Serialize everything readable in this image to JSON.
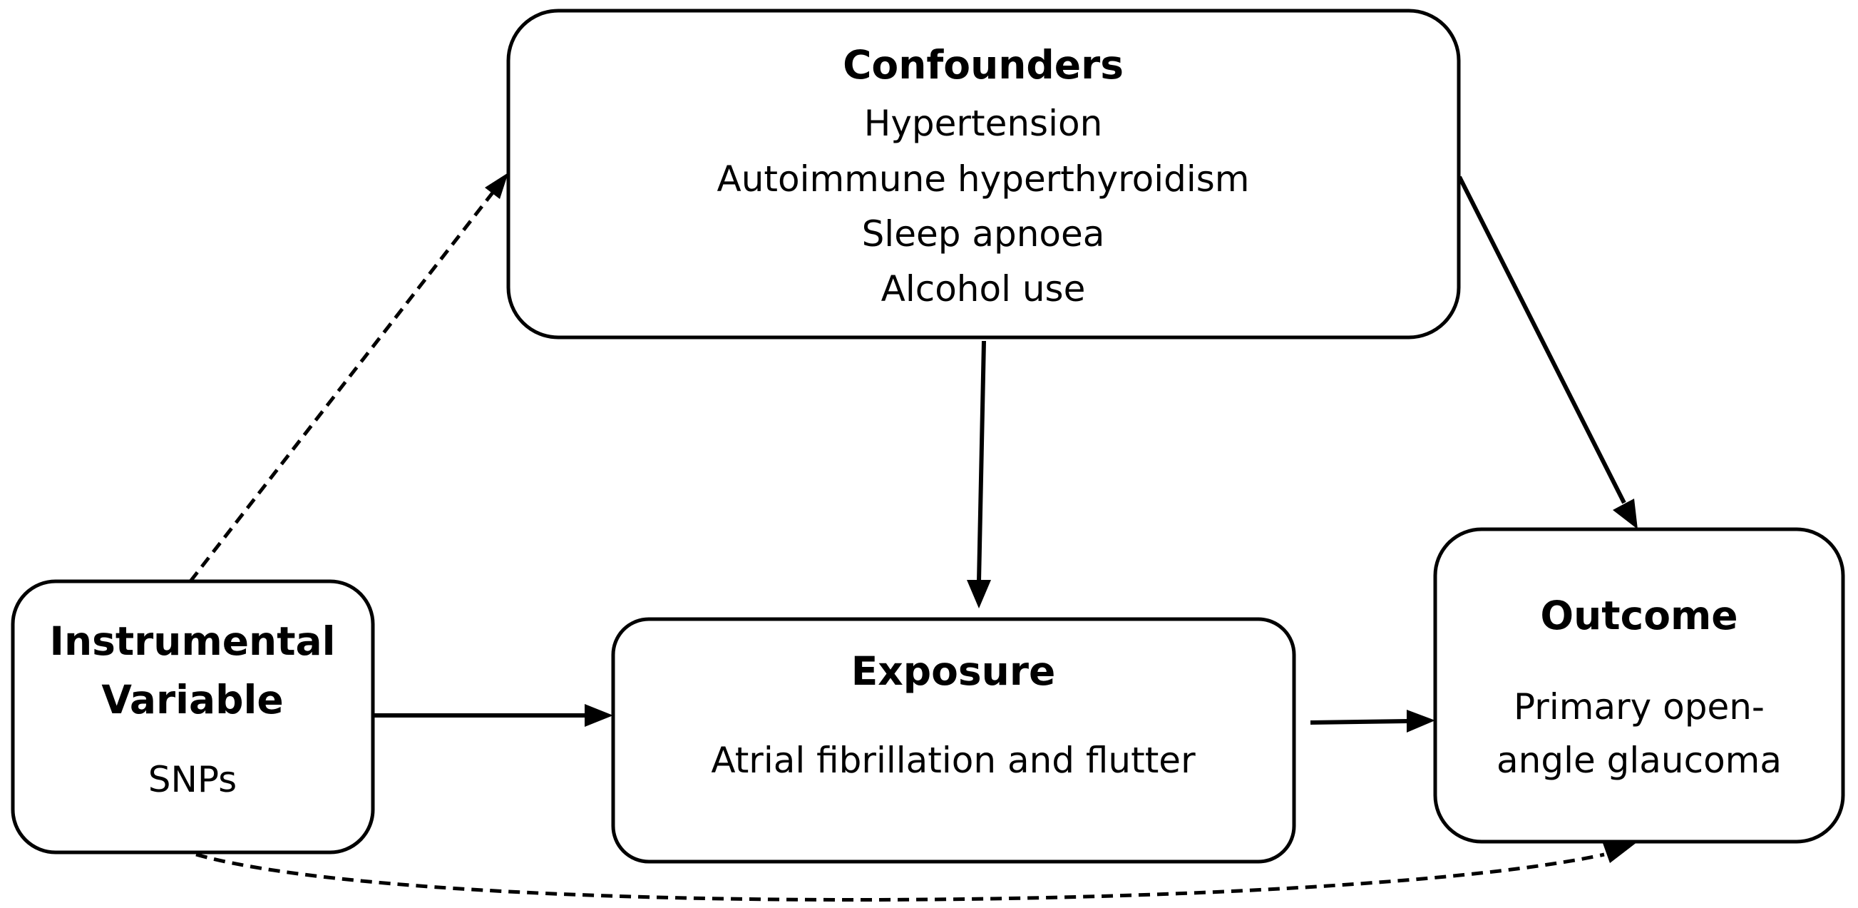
{
  "diagram": {
    "nodes": {
      "confounders": {
        "title": "Confounders",
        "items": [
          "Hypertension",
          "Autoimmune hyperthyroidism",
          "Sleep apnoea",
          "Alcohol use"
        ]
      },
      "instrumental": {
        "title_lines": [
          "Instrumental",
          "Variable"
        ],
        "subtitle": "SNPs"
      },
      "exposure": {
        "title": "Exposure",
        "subtitle": "Atrial fibrillation and flutter"
      },
      "outcome": {
        "title": "Outcome",
        "subtitle_lines": [
          "Primary open-",
          "angle glaucoma"
        ]
      }
    },
    "edges": [
      {
        "from": "instrumental",
        "to": "confounders",
        "style": "dashed"
      },
      {
        "from": "confounders",
        "to": "exposure",
        "style": "solid"
      },
      {
        "from": "confounders",
        "to": "outcome",
        "style": "solid"
      },
      {
        "from": "instrumental",
        "to": "exposure",
        "style": "solid"
      },
      {
        "from": "exposure",
        "to": "outcome",
        "style": "solid"
      },
      {
        "from": "instrumental",
        "to": "outcome",
        "style": "dashed"
      }
    ],
    "colors": {
      "stroke": "#000000",
      "fill": "#ffffff"
    }
  }
}
